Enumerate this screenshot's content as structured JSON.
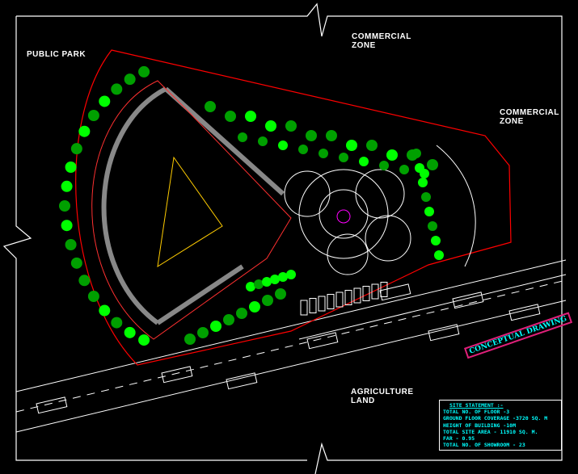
{
  "labels": {
    "public_park": "PUBLIC PARK",
    "commercial_zone_top": [
      "COMMERCIAL",
      "ZONE"
    ],
    "commercial_zone_right": [
      "COMMERCIAL",
      "ZONE"
    ],
    "agriculture_land": [
      "AGRICULTURE",
      "LAND"
    ]
  },
  "stamp": "CONCEPTUAL DRAWING",
  "site_statement": {
    "title": "SITE STATEMENT :-",
    "lines": [
      "TOTAL NO. OF FLOOR -3",
      "GROUND FLOOR COVERAGE -3720 SQ. M",
      "HEIGHT OF BUILDING -10M",
      "TOTAL SITE AREA - 11910 SQ. M.",
      "FAR - 0.95",
      "TOTAL NO. OF SHOWROOM - 23"
    ]
  },
  "colors": {
    "boundary": "#ff0000",
    "tree": "#00ff00",
    "tree_dark": "#00a000",
    "text": "#00ffff",
    "frame": "#ffffff",
    "building": "#808080"
  }
}
